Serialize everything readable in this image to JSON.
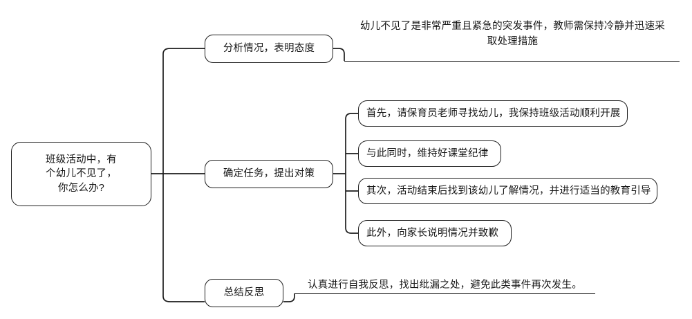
{
  "diagram": {
    "type": "mind-map",
    "orientation": "left-to-right",
    "background_color": "#ffffff",
    "line_color": "#1c1c1c",
    "text_color": "#171717",
    "root": {
      "label": "班级活动中，有个幼儿不见了，你怎么办?",
      "lines": [
        "班级活动中，有",
        "个幼儿不见了，",
        "你怎么办?"
      ]
    },
    "branches": [
      {
        "id": "branch-1",
        "label": "分析情况，表明态度",
        "detail_type": "underlined-text",
        "detail_lines": [
          "幼儿不见了是非常严重且紧急的突发事件，教师需保持冷静并迅速采",
          "取处理措施"
        ],
        "detail_text": "幼儿不见了是非常严重且紧急的突发事件，教师需保持冷静并迅速采取处理措施",
        "children": []
      },
      {
        "id": "branch-2",
        "label": "确定任务，提出对策",
        "detail_type": "boxed-children",
        "children": [
          {
            "id": "leaf-2-1",
            "label": "首先，请保育员老师寻找幼儿，我保持班级活动顺利开展"
          },
          {
            "id": "leaf-2-2",
            "label": "与此同时，维持好课堂纪律"
          },
          {
            "id": "leaf-2-3",
            "label": "其次，活动结束后找到该幼儿了解情况，并进行适当的教育引导"
          },
          {
            "id": "leaf-2-4",
            "label": "此外，向家长说明情况并致歉"
          }
        ]
      },
      {
        "id": "branch-3",
        "label": "总结反思",
        "detail_type": "underlined-text",
        "detail_lines": [
          "认真进行自我反思，找出纰漏之处，避免此类事件再次发生。"
        ],
        "detail_text": "认真进行自我反思，找出纰漏之处，避免此类事件再次发生。",
        "children": []
      }
    ]
  }
}
